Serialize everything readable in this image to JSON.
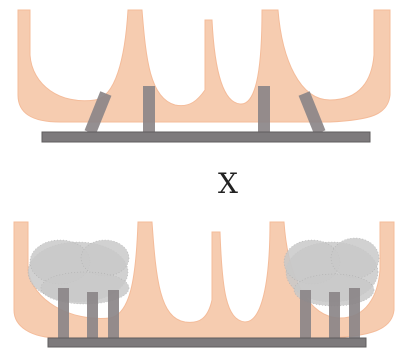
{
  "figure": {
    "operator_label": "X"
  },
  "colors": {
    "tissue": "#f6c7a8",
    "tissue_edge": "#f3b590",
    "plate": "#7d7a7c",
    "plate_edge": "#5f5c5e",
    "post": "#8b8688",
    "growth": "#c9c9c9",
    "growth_dark": "#a9a9a9"
  },
  "panels": [
    {
      "id": "top",
      "state": "posts-only",
      "post_count": 4
    },
    {
      "id": "bottom",
      "state": "posts-with-growth",
      "post_count": 6
    }
  ]
}
